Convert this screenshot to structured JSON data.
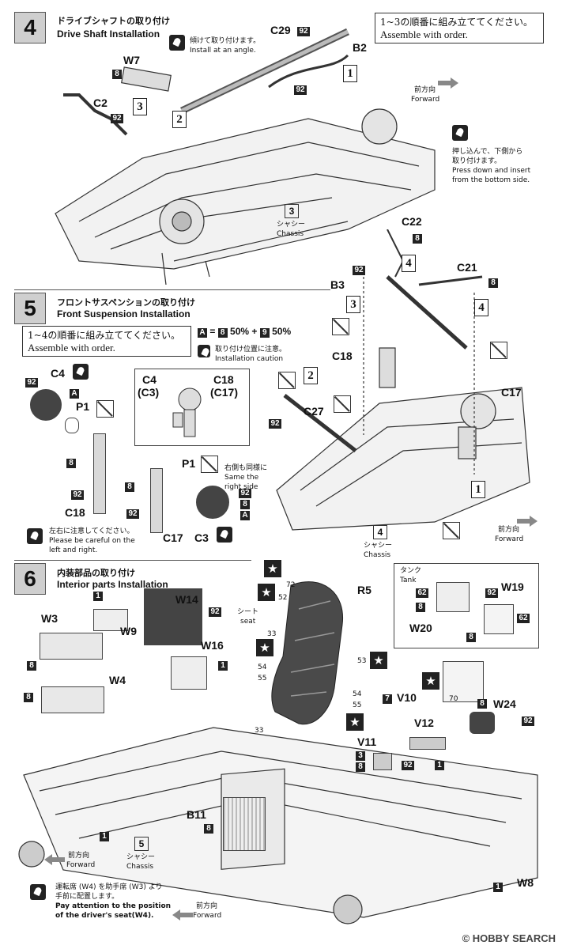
{
  "step4": {
    "number": "4",
    "title_jp": "ドライブシャフトの取り付け",
    "title_en": "Drive Shaft Installation",
    "order_jp": "1~3の順番に組み立ててください。",
    "order_en": "Assemble with order.",
    "angle_jp": "傾けて取り付けます。",
    "angle_en": "Install at an angle.",
    "press_jp_1": "押し込んで、下側から",
    "press_jp_2": "取り付けます。",
    "press_en_1": "Press down and insert",
    "press_en_2": "from the bottom side.",
    "forward_jp": "前方向",
    "forward_en": "Forward",
    "chassis_num": "3",
    "chassis_jp": "シャシー",
    "chassis_en": "Chassis",
    "parts": {
      "c29": "C29",
      "b2": "B2",
      "w7": "W7",
      "c2": "C2"
    },
    "badges": {
      "w7": "8",
      "c2": "92",
      "c29": "92",
      "b2": "92"
    },
    "order_marks": {
      "one": "1",
      "two": "2",
      "three": "3"
    }
  },
  "step5": {
    "number": "5",
    "title_jp": "フロントサスペンションの取り付け",
    "title_en": "Front Suspension Installation",
    "order_jp": "1~4の順番に組み立ててください。",
    "order_en": "Assemble with order.",
    "color_spec": {
      "a": "A",
      "eq": "=",
      "b8": "8",
      "p1": "50%",
      "plus": "+",
      "b9": "9",
      "p2": "50%"
    },
    "caution_jp": "取り付け位置に注意。",
    "caution_en": "Installation caution",
    "careful_jp": "左右に注意してください。",
    "careful_en_1": "Please be careful on the",
    "careful_en_2": "left and right.",
    "same_jp": "右側も同様に",
    "same_en_1": "Same the",
    "same_en_2": "right side",
    "forward_jp": "前方向",
    "forward_en": "Forward",
    "chassis_num": "4",
    "chassis_jp": "シャシー",
    "chassis_en": "Chassis",
    "inset": {
      "c4": "C4",
      "c3": "(C3)",
      "c18": "C18",
      "c17": "(C17)"
    },
    "parts": {
      "c22": "C22",
      "c21": "C21",
      "b3": "B3",
      "c18": "C18",
      "c17": "C17",
      "c27": "C27",
      "c4": "C4",
      "p1": "P1",
      "c18b": "C18",
      "c17b": "C17",
      "c3": "C3",
      "p1b": "P1"
    },
    "badges": {
      "c22": "8",
      "c21": "8",
      "b3": "92",
      "c18b": "92",
      "c18_8": "8",
      "c17b": "92",
      "c17b8": "8",
      "c4_92": "92",
      "c4_a": "A",
      "c3_92": "92",
      "c3_8": "8",
      "c3_a": "A",
      "c27": "92"
    },
    "order_marks": {
      "one": "1",
      "two": "2",
      "three": "3",
      "four_a": "4",
      "four_b": "4"
    }
  },
  "step6": {
    "number": "6",
    "title_jp": "内装部品の取り付け",
    "title_en": "Interior parts Installation",
    "seat_jp": "シート",
    "seat_en": "seat",
    "tank_jp": "タンク",
    "tank_en": "Tank",
    "driver_jp_1": "運転席 (W4) を助手席 (W3) より",
    "driver_jp_2": "手前に配置します。",
    "driver_en_1": "Pay attention to the position",
    "driver_en_2": "of the driver's seat(W4).",
    "forward_jp": "前方向",
    "forward_en": "Forward",
    "forward2_jp": "前方向",
    "forward2_en": "Forward",
    "chassis_num": "5",
    "chassis_jp": "シャシー",
    "chassis_en": "Chassis",
    "parts": {
      "w14": "W14",
      "w3": "W3",
      "w9": "W9",
      "w16": "W16",
      "w4": "W4",
      "r5": "R5",
      "w19": "W19",
      "w20": "W20",
      "v10": "V10",
      "v12": "V12",
      "v11": "V11",
      "w24": "W24",
      "b11": "B11",
      "w8": "W8"
    },
    "numbers": {
      "n72": "72",
      "n52": "52",
      "n33": "33",
      "n54": "54",
      "n55": "55",
      "n53": "53",
      "n54b": "54",
      "n55b": "55",
      "n33b": "33",
      "n70": "70"
    },
    "badges": {
      "w9": "1",
      "w14": "92",
      "w3": "8",
      "w4": "8",
      "w16": "1",
      "tank62a": "62",
      "tank8": "8",
      "tank92": "92",
      "tank62b": "62",
      "w20_8": "8",
      "v10": "7",
      "v11_3": "3",
      "v11_8": "8",
      "v12_92": "92",
      "v12_1": "1",
      "w24_8": "8",
      "w24_92": "92",
      "b11": "8",
      "bottom1": "1",
      "w8_1": "1"
    }
  },
  "watermark": "© HOBBY SEARCH"
}
